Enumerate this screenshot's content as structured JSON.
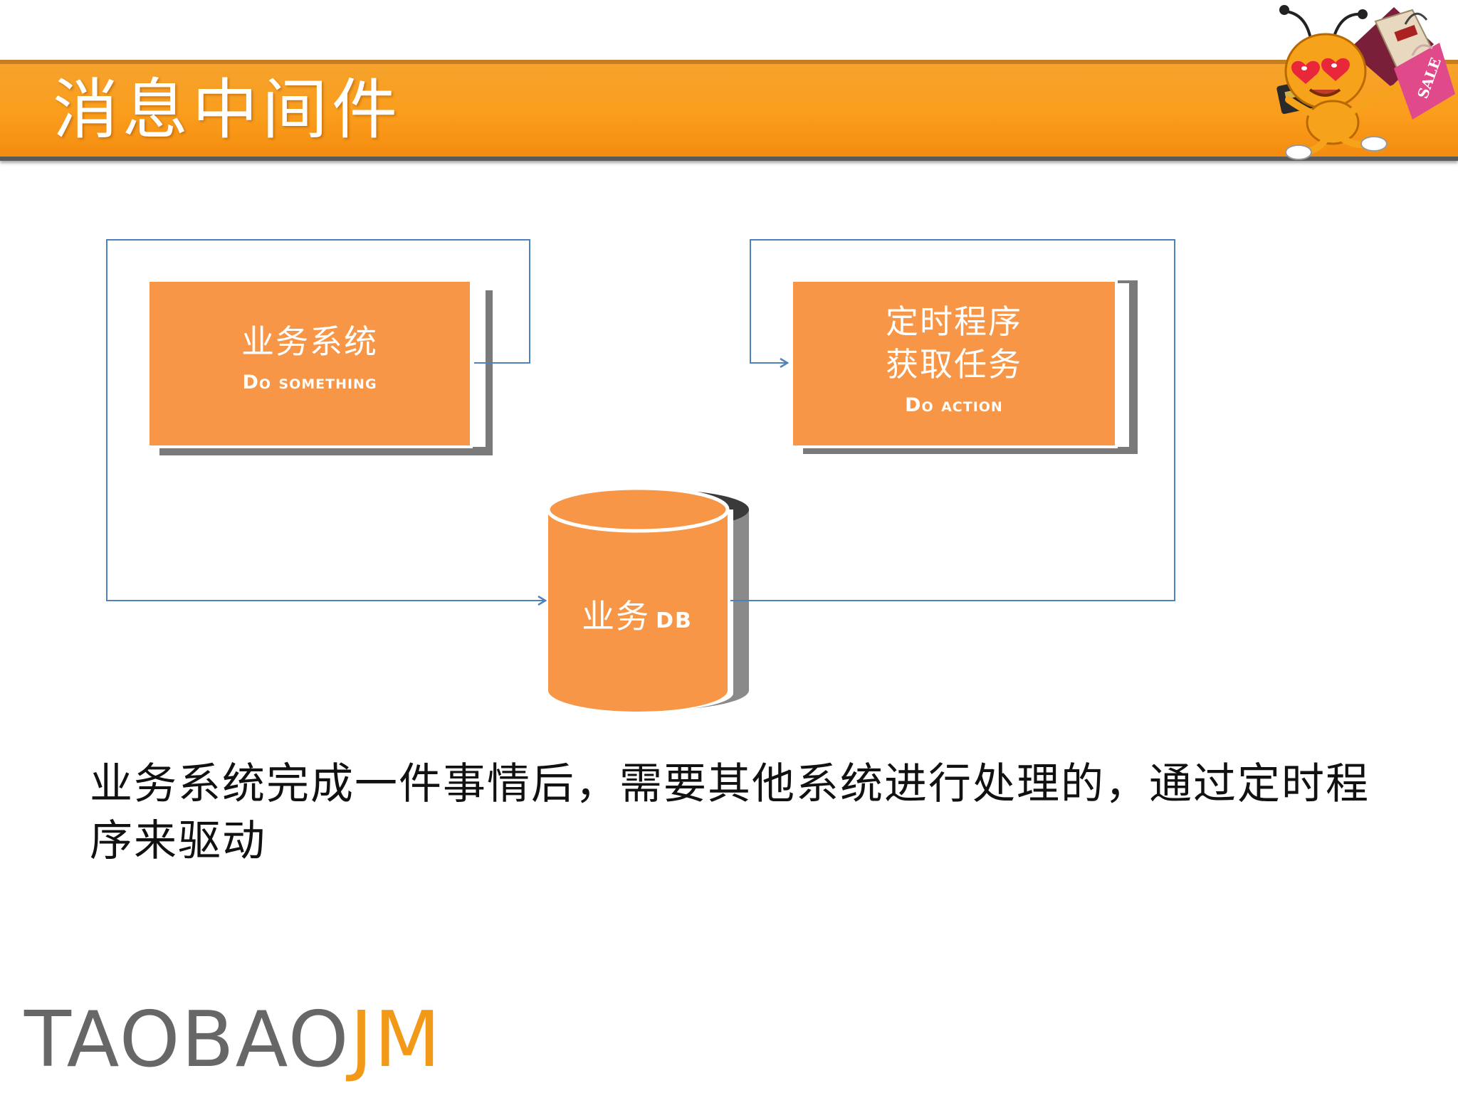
{
  "header": {
    "title": "消息中间件"
  },
  "diagram": {
    "business_system": {
      "title": "业务系统",
      "subtitle": "Do something"
    },
    "scheduler": {
      "title_line1": "定时程序",
      "title_line2": "获取任务",
      "subtitle": "Do action"
    },
    "database": {
      "title": "业务",
      "suffix": "DB"
    }
  },
  "caption": {
    "text": "业务系统完成一件事情后，需要其他系统进行处理的，通过定时程序来驱动"
  },
  "logo": {
    "part1": "TAOBAO",
    "part2": "JM"
  },
  "colors": {
    "header_orange": "#fb9d1c",
    "box_orange": "#f79646",
    "arrow_blue": "#4f81bd",
    "shadow_gray": "#808080"
  }
}
